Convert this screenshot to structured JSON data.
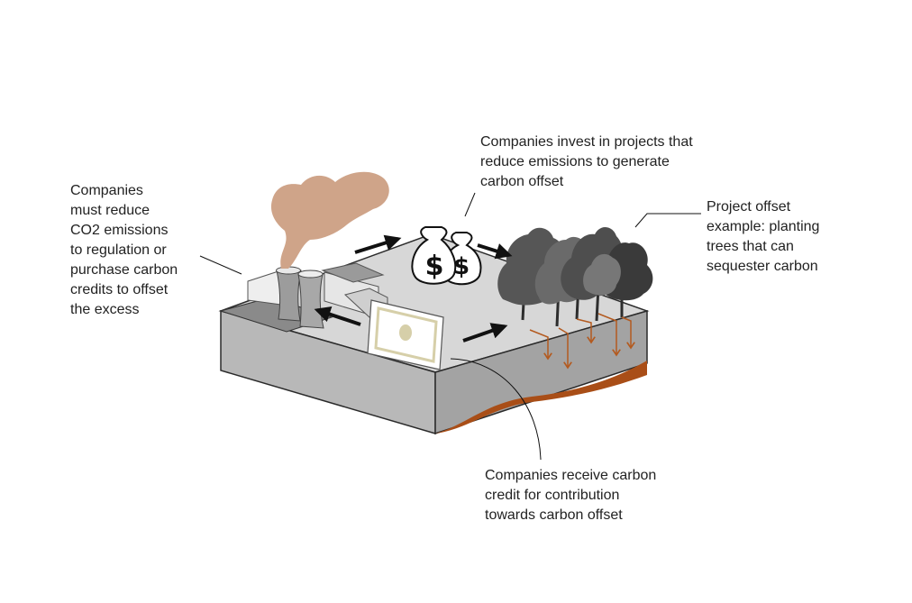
{
  "labels": {
    "regulation": [
      "Companies",
      "must reduce",
      "CO2 emissions",
      "to regulation or",
      "purchase carbon",
      "credits to offset",
      "the excess"
    ],
    "invest": [
      "Companies invest in projects that",
      "reduce emissions to generate",
      "carbon offset"
    ],
    "project": [
      "Project offset",
      "example: planting",
      "trees that can",
      "sequester carbon"
    ],
    "credit": [
      "Companies receive carbon",
      "credit for contribution",
      "towards carbon offset"
    ]
  },
  "icons": {
    "money": "money-bag-icon",
    "certificate": "carbon-credit-certificate-icon",
    "factory": "factory-icon",
    "trees": "tree-icon"
  },
  "colors": {
    "smoke": "#cfa489",
    "soil_layer": "#a94e17",
    "carbon_arrow": "#b35a1f",
    "ground_top": "#d7d7d7",
    "ground_side": "#bdbdbd",
    "ground_front": "#a8a8a8",
    "arrow": "#111111"
  }
}
